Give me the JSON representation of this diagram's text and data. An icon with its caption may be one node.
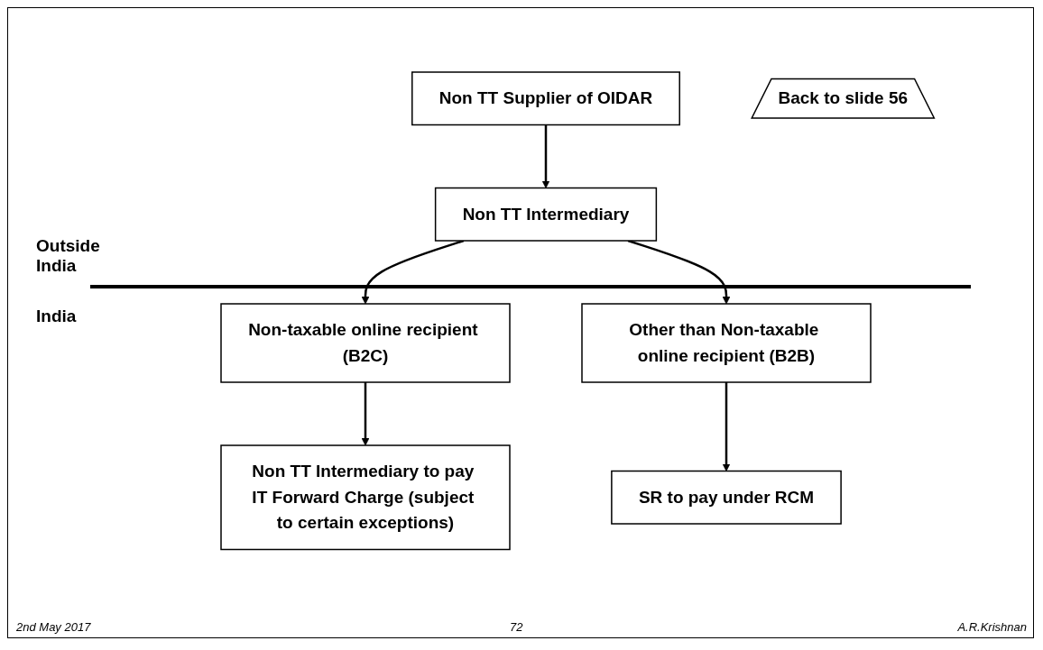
{
  "diagram": {
    "nodes": [
      {
        "text": [
          "Non TT Supplier of OIDAR"
        ]
      },
      {
        "text": [
          "Non TT Intermediary"
        ]
      },
      {
        "text": [
          "Non-taxable online recipient (B2C)"
        ]
      },
      {
        "text": [
          "Other than Non-taxable online recipient (B2B)"
        ]
      },
      {
        "text": [
          "Non TT Intermediary to pay IT Forward Charge (subject to certain exceptions)"
        ]
      },
      {
        "text": [
          "SR to pay under RCM"
        ]
      },
      {
        "text": [
          "Back to slide 56"
        ]
      }
    ],
    "edges": [
      {
        "from": 0,
        "to": 1,
        "arrow": "to"
      },
      {
        "from": 1,
        "to": 2,
        "arrow": "to"
      },
      {
        "from": 1,
        "to": 3,
        "arrow": "to"
      },
      {
        "from": 2,
        "to": 4,
        "arrow": "to"
      },
      {
        "from": 3,
        "to": 5,
        "arrow": "to"
      }
    ],
    "labels": [
      "Outside India",
      "India",
      "2nd May 2017",
      "72",
      "A.R.Krishnan"
    ]
  }
}
